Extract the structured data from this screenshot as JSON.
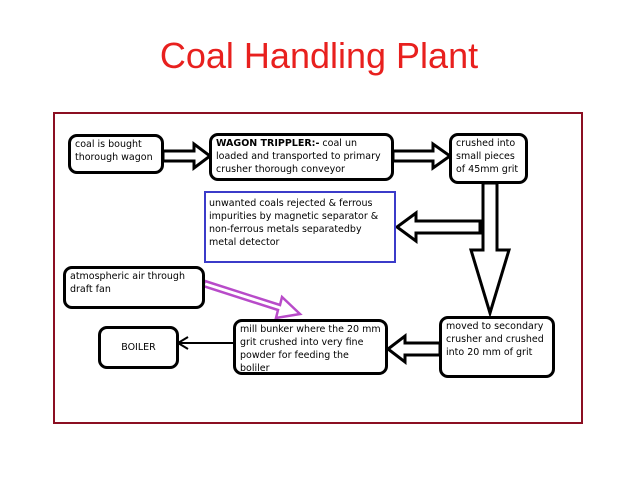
{
  "slide": {
    "title": "Coal Handling Plant"
  },
  "boxes": {
    "coal_bought": "coal is bought thorough wagon",
    "wagon_heading": "WAGON TRIPPLER:-",
    "wagon_text": " coal un loaded and transported to primary crusher thorough conveyor",
    "crushed": "crushed into small pieces of 45mm grit",
    "rejected": "unwanted coals rejected & ferrous impurities by magnetic separator & non-ferrous metals separatedby metal detector",
    "air": "atmospheric air through draft fan",
    "boiler": "BOILER",
    "mill": "mill bunker where the 20 mm grit crushed into very fine powder for feeding the boliler",
    "secondary": "moved to secondary crusher and crushed into 20 mm of grit"
  }
}
